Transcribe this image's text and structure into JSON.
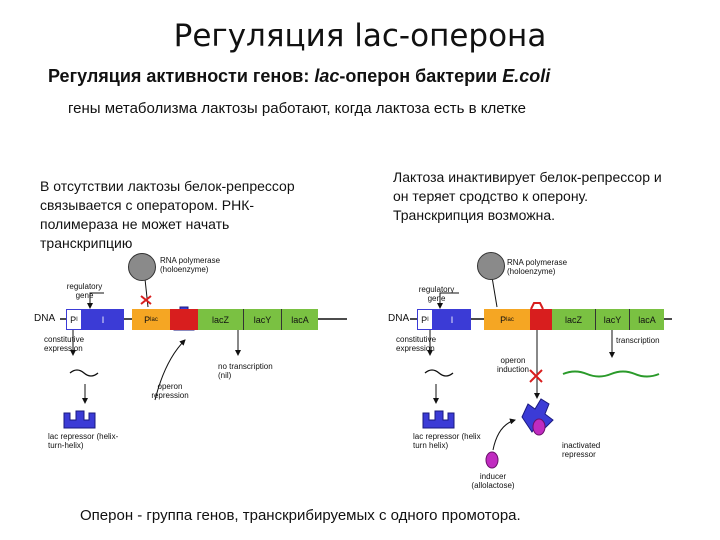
{
  "slide_title": "Регуляция lac-оперона",
  "heading": {
    "prefix": "Регуляция активности генов: ",
    "lac": "lac",
    "middle": "-оперон бактерии ",
    "organism": "E.coli"
  },
  "subheading": "гены метаболизма лактозы работают, когда лактоза есть в клетке",
  "left_panel": {
    "description": "В отсутствии лактозы белок-репрессор связывается с оператором. РНК-полимераза не может начать транскрипцию",
    "rna_polymerase": "RNA polymerase (holoenzyme)",
    "regulatory_gene": "regulatory gene",
    "dna": "DNA",
    "gene_p": "P",
    "gene_p_sub": "I",
    "gene_i": "I",
    "promoter": "P",
    "promoter_sub": "lac",
    "lacz": "lacZ",
    "lacy": "lacY",
    "laca": "lacA",
    "constitutive": "constitutive expression",
    "operon_repression": "operon repression",
    "no_transcription": "no transcription (nil)",
    "lac_repressor": "lac repressor (helix-turn-helix)"
  },
  "right_panel": {
    "description": "Лактоза инактивирует белок-репрессор и он теряет сродство к оперону. Транскрипция возможна.",
    "rna_polymerase": "RNA polymerase (holoenzyme)",
    "regulatory_gene": "regulatory gene",
    "dna": "DNA",
    "gene_p": "P",
    "gene_p_sub": "I",
    "gene_i": "I",
    "promoter": "P",
    "promoter_sub": "lac",
    "lacz": "lacZ",
    "lacy": "lacY",
    "laca": "lacA",
    "constitutive": "constitutive expression",
    "operon_induction": "operon induction",
    "transcription": "transcription",
    "lac_repressor": "lac repressor (helix turn helix)",
    "inactivated_repressor": "inactivated repressor",
    "inducer": "inducer (allolactose)"
  },
  "footer": "Оперон - группа генов, транскрибируемых с одного промотора.",
  "colors": {
    "gene_blue": "#3b3bd6",
    "promoter_orange": "#f5a623",
    "operator_red": "#d81e1e",
    "structural_green": "#7ac142",
    "inducer_magenta": "#c02bc0",
    "mrna_green": "#2a9a2a"
  }
}
